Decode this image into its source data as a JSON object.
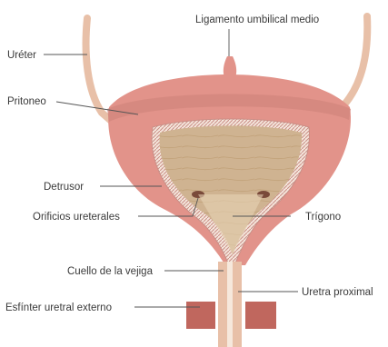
{
  "labels": {
    "ligamento": "Ligamento umbilical medio",
    "ureter": "Uréter",
    "peritoneo": "Pritoneo",
    "detrusor": "Detrusor",
    "orificios": "Orificios ureterales",
    "trigono": "Trígono",
    "cuello": "Cuello de la vejiga",
    "uretra": "Uretra proximal",
    "esfinter": "Esfínter uretral externo"
  },
  "colors": {
    "muscle": "#e2938a",
    "muscle_dark": "#c9716b",
    "lumen": "#cfb391",
    "lumen_line": "#b89468",
    "ureter": "#e8c0a8",
    "sphincter": "#c0675e"
  }
}
